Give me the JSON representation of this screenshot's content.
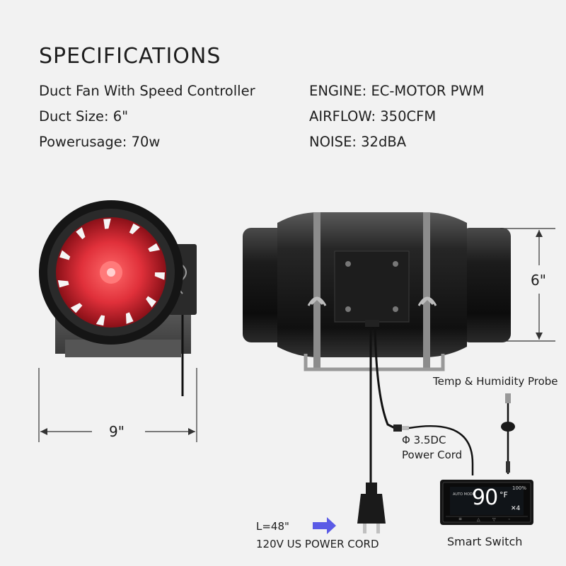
{
  "title": "SPECIFICATIONS",
  "specs_left": [
    "Duct Fan With Speed Controller",
    "Duct Size: 6\"",
    "Powerusage: 70w"
  ],
  "specs_right": [
    "ENGINE: EC-MOTOR PWM",
    "AIRFLOW: 350CFM",
    "NOISE: 32dBA"
  ],
  "dimensions": {
    "width": "9\"",
    "height": "6\""
  },
  "labels": {
    "probe": "Temp & Humidity Probe",
    "dc_line1": "Φ 3.5DC",
    "dc_line2": "Power Cord",
    "cord_length": "L=48\"",
    "power_cord": "120V US POWER CORD",
    "smart_switch": "Smart Switch"
  },
  "controller": {
    "temperature": "90",
    "unit": "°F",
    "mode": "AUTO MODE",
    "percent": "100%",
    "speed": "4"
  },
  "colors": {
    "impeller": "#e0303a",
    "arrow": "#5b5be6",
    "body": "#1a1a1a"
  }
}
